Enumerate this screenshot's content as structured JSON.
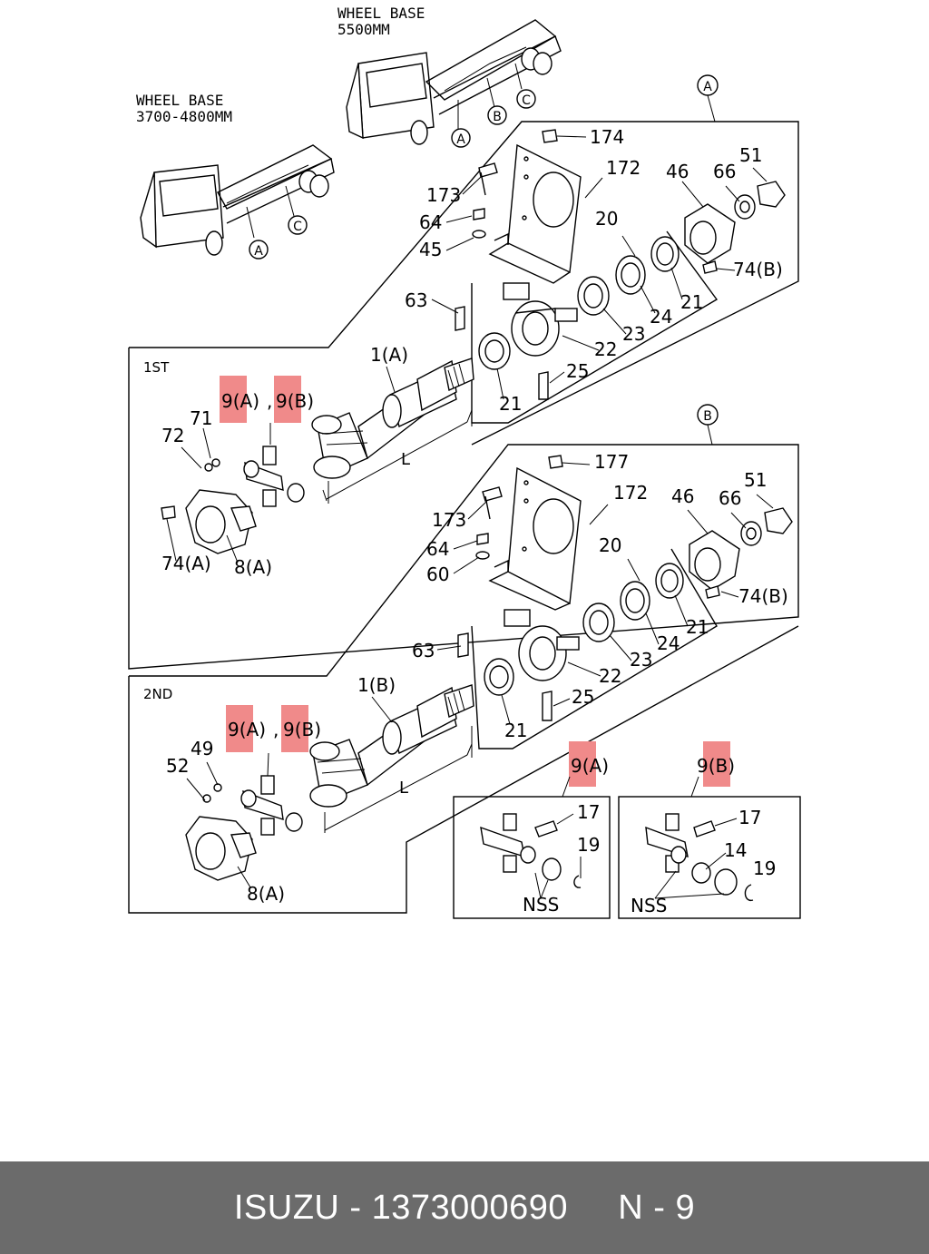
{
  "wheelbase": {
    "long": {
      "line1": "WHEEL BASE",
      "line2": "5500MM"
    },
    "short": {
      "line1": "WHEEL BASE",
      "line2": "3700-4800MM"
    }
  },
  "callouts": {
    "a": "A",
    "b": "B",
    "c": "C"
  },
  "sections": {
    "first": "1ST",
    "second": "2ND"
  },
  "dims": {
    "length": "L"
  },
  "labels": {
    "p174": "174",
    "p172a": "172",
    "p173a": "173",
    "p64a": "64",
    "p45": "45",
    "p46a": "46",
    "p66a": "66",
    "p51a": "51",
    "p20a": "20",
    "p74Ba": "74(B)",
    "p63a": "63",
    "p21a": "21",
    "p24a": "24",
    "p23a": "23",
    "p22a": "22",
    "p25a": "25",
    "p21b": "21",
    "p1A": "1(A)",
    "p9A1": "9(A)",
    "comma1": ",",
    "p9B1": "9(B)",
    "p71": "71",
    "p72": "72",
    "p74A": "74(A)",
    "p8A1": "8(A)",
    "p177": "177",
    "p172b": "172",
    "p173b": "173",
    "p64b": "64",
    "p60": "60",
    "p46b": "46",
    "p66b": "66",
    "p51b": "51",
    "p20b": "20",
    "p74Bb": "74(B)",
    "p63b": "63",
    "p21c": "21",
    "p24b": "24",
    "p23b": "23",
    "p22b": "22",
    "p25b": "25",
    "p21d": "21",
    "p1B": "1(B)",
    "p9A2": "9(A)",
    "comma2": ",",
    "p9B2": "9(B)",
    "p49": "49",
    "p52": "52",
    "p8A2": "8(A)",
    "p9A3": "9(A)",
    "p17a": "17",
    "p19a": "19",
    "nss1": "NSS",
    "p9B3": "9(B)",
    "p17b": "17",
    "p14": "14",
    "p19b": "19",
    "nss2": "NSS"
  },
  "colors": {
    "highlight": "#f08a8a",
    "footer_bg": "#6b6b6b",
    "footer_text": "#ffffff"
  },
  "footer": {
    "text": "ISUZU - 1373000690     N - 9"
  }
}
